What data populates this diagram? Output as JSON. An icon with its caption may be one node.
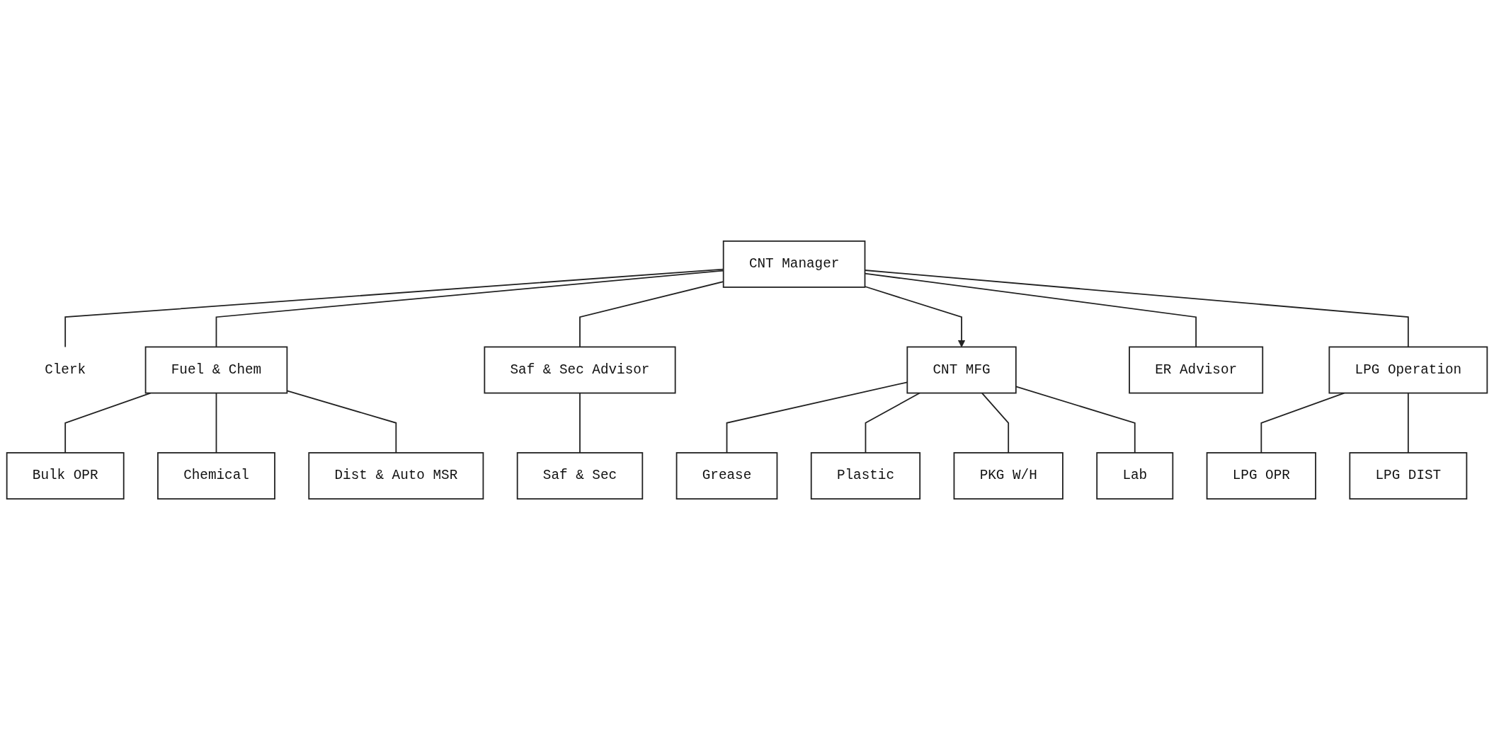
{
  "diagram": {
    "nodes": [
      {
        "text": [
          "CNT Manager"
        ]
      },
      {
        "text": [
          "Clerk"
        ]
      },
      {
        "text": [
          "Fuel & Chem"
        ]
      },
      {
        "text": [
          "Saf & Sec Advisor"
        ]
      },
      {
        "text": [
          "CNT MFG"
        ]
      },
      {
        "text": [
          "ER Advisor"
        ]
      },
      {
        "text": [
          "LPG Operation"
        ]
      },
      {
        "text": [
          "Bulk OPR"
        ]
      },
      {
        "text": [
          "Chemical"
        ]
      },
      {
        "text": [
          "Dist & Auto MSR"
        ]
      },
      {
        "text": [
          "Saf & Sec"
        ]
      },
      {
        "text": [
          "LPG OPR"
        ]
      },
      {
        "text": [
          "LPG DIST"
        ]
      },
      {
        "text": [
          "Grease"
        ]
      },
      {
        "text": [
          "Plastic"
        ]
      },
      {
        "text": [
          "PKG W/H"
        ]
      },
      {
        "text": [
          "Lab"
        ]
      }
    ],
    "edges": [
      {
        "from": 0,
        "to": 1,
        "arrow": "none"
      },
      {
        "from": 0,
        "to": 2,
        "arrow": "none"
      },
      {
        "from": 0,
        "to": 3,
        "arrow": "none"
      },
      {
        "from": 0,
        "to": 4,
        "arrow": "to"
      },
      {
        "from": 0,
        "to": 5,
        "arrow": "none"
      },
      {
        "from": 0,
        "to": 6,
        "arrow": "none"
      },
      {
        "from": 2,
        "to": 7,
        "arrow": "none"
      },
      {
        "from": 2,
        "to": 8,
        "arrow": "none"
      },
      {
        "from": 2,
        "to": 9,
        "arrow": "none"
      },
      {
        "from": 3,
        "to": 10,
        "arrow": "none"
      },
      {
        "from": 4,
        "to": 13,
        "arrow": "none"
      },
      {
        "from": 4,
        "to": 14,
        "arrow": "none"
      },
      {
        "from": 4,
        "to": 15,
        "arrow": "none"
      },
      {
        "from": 4,
        "to": 16,
        "arrow": "none"
      },
      {
        "from": 6,
        "to": 11,
        "arrow": "none"
      },
      {
        "from": 6,
        "to": 12,
        "arrow": "none"
      }
    ]
  }
}
